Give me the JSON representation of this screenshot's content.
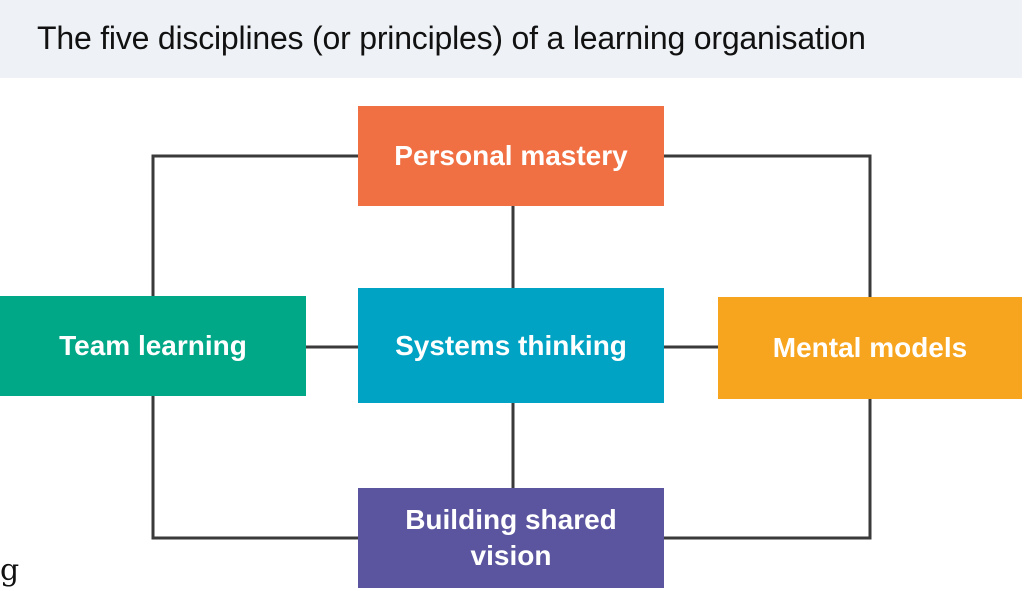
{
  "title": "The five disciplines (or principles) of a learning organisation",
  "nodes": {
    "personal_mastery": {
      "label": "Personal mastery",
      "color": "#f07043"
    },
    "team_learning": {
      "label": "Team learning",
      "color": "#00a888"
    },
    "systems_thinking": {
      "label": "Systems thinking",
      "color": "#00a3c4"
    },
    "mental_models": {
      "label": "Mental models",
      "color": "#f7a51e"
    },
    "building_shared_vision": {
      "label": "Building shared vision",
      "color": "#5b55a0"
    }
  },
  "connector_color": "#3a3a3a",
  "fragment_text": "g"
}
